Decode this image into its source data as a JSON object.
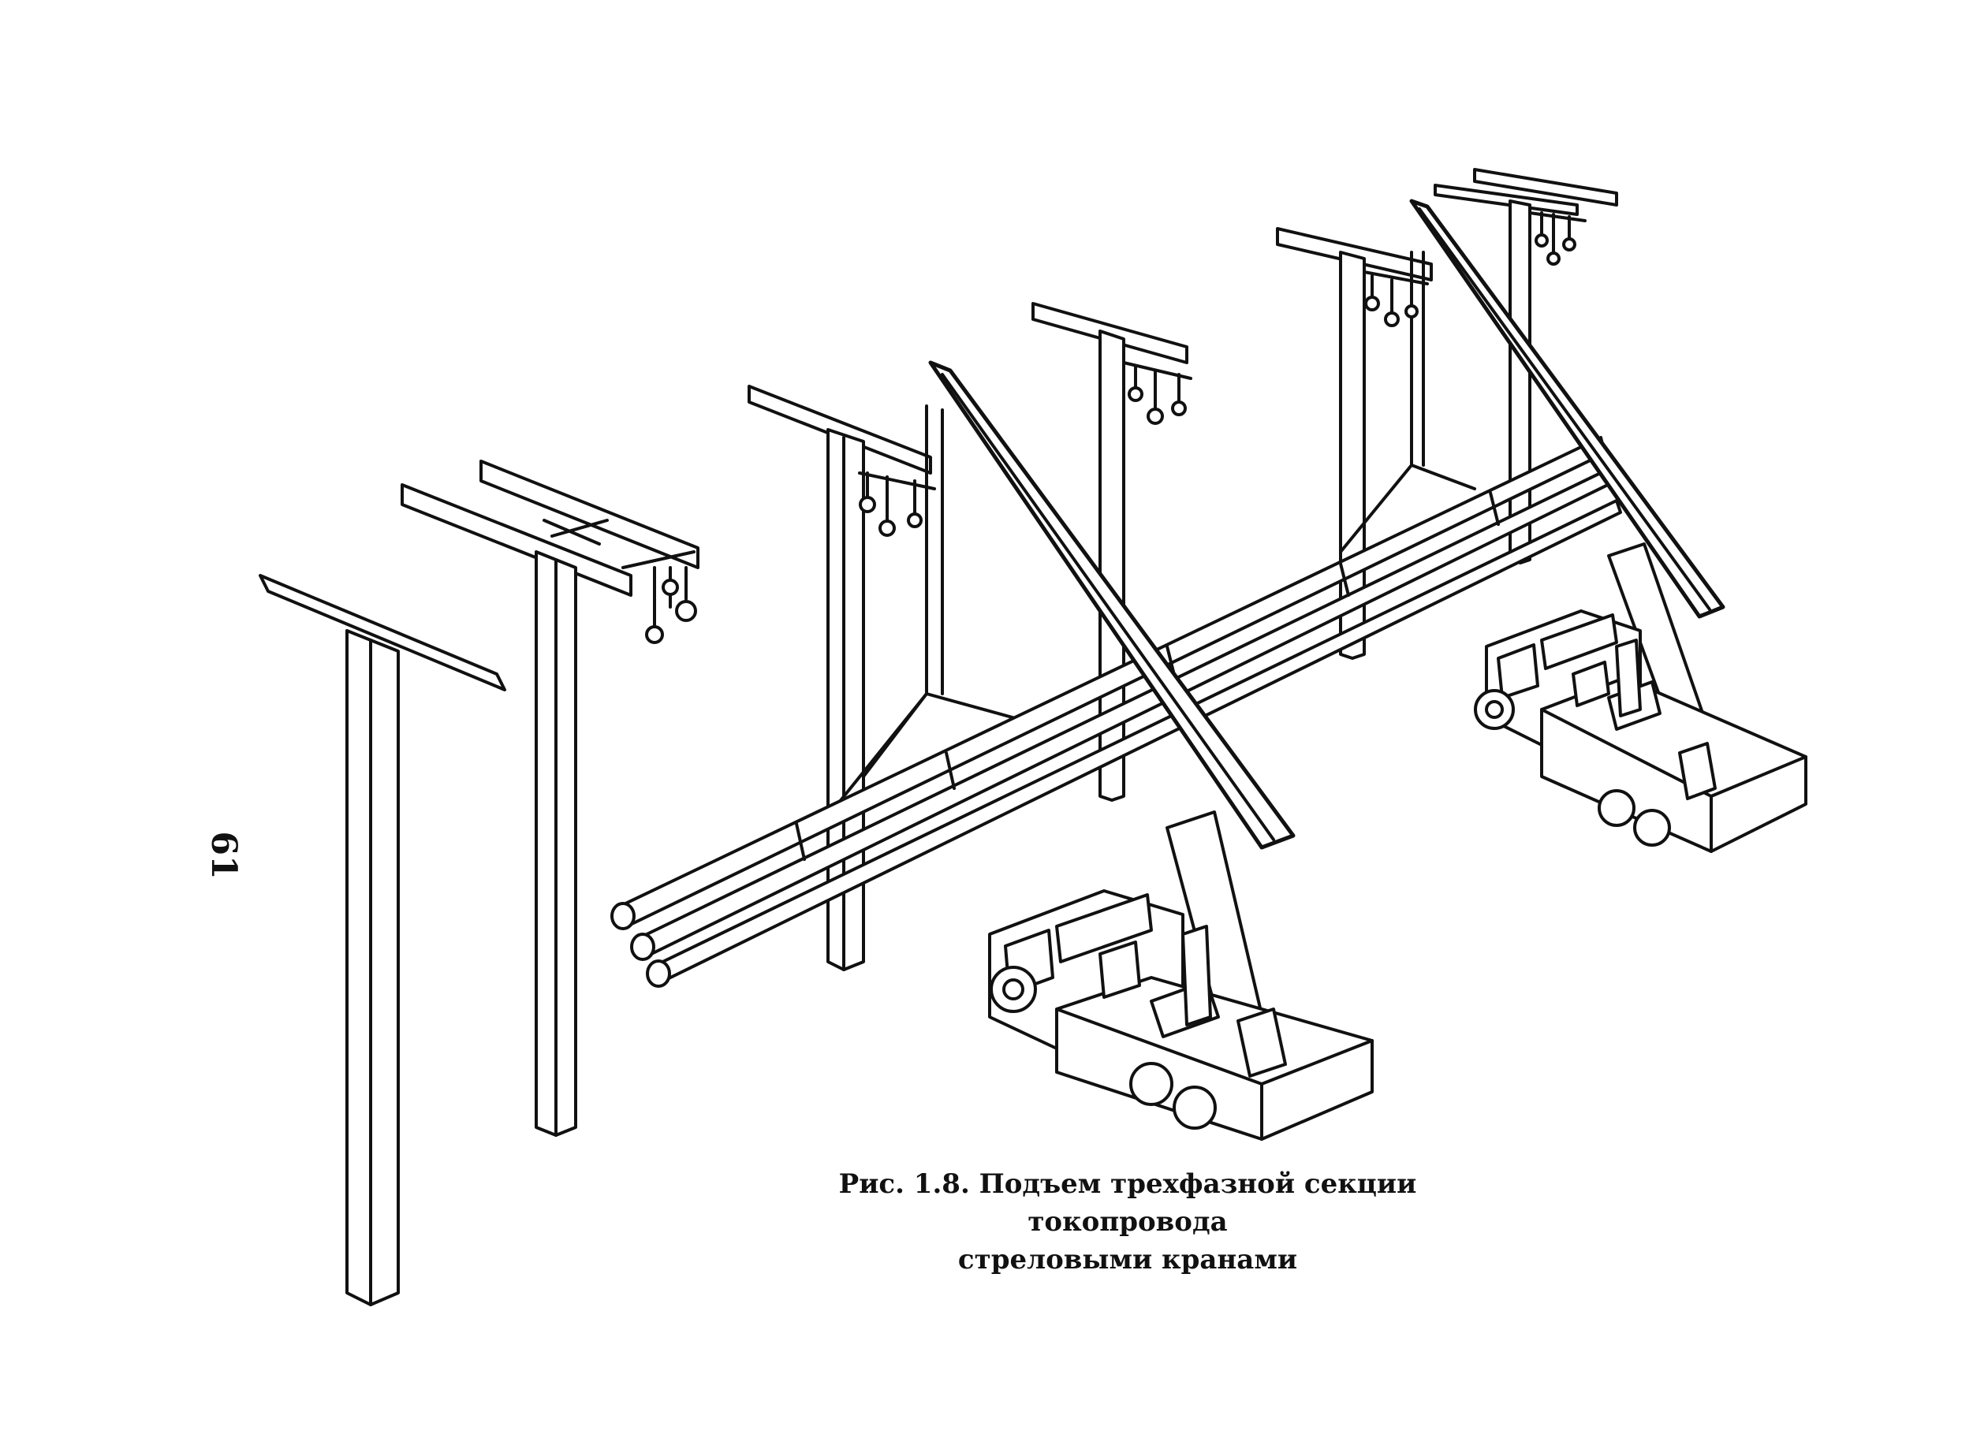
{
  "page_number": "61",
  "caption": {
    "line1": "Рис. 1.8. Подъем трехфазной секции токопровода",
    "line2": "стреловыми кранами"
  }
}
